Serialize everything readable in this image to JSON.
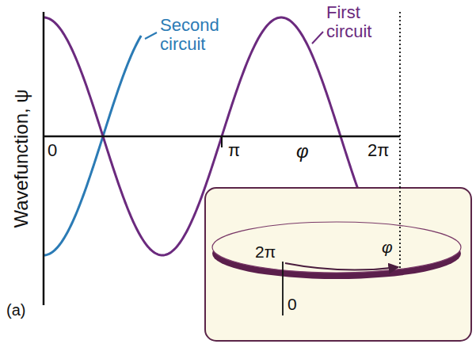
{
  "diagram": {
    "nodes": [
      {
        "text": [
          "2π",
          "0",
          "φ"
        ]
      }
    ],
    "labels": [
      "Wavefunction, ψ",
      "Second circuit",
      "First circuit",
      "0",
      "π",
      "φ",
      "2π",
      "(a)"
    ]
  }
}
